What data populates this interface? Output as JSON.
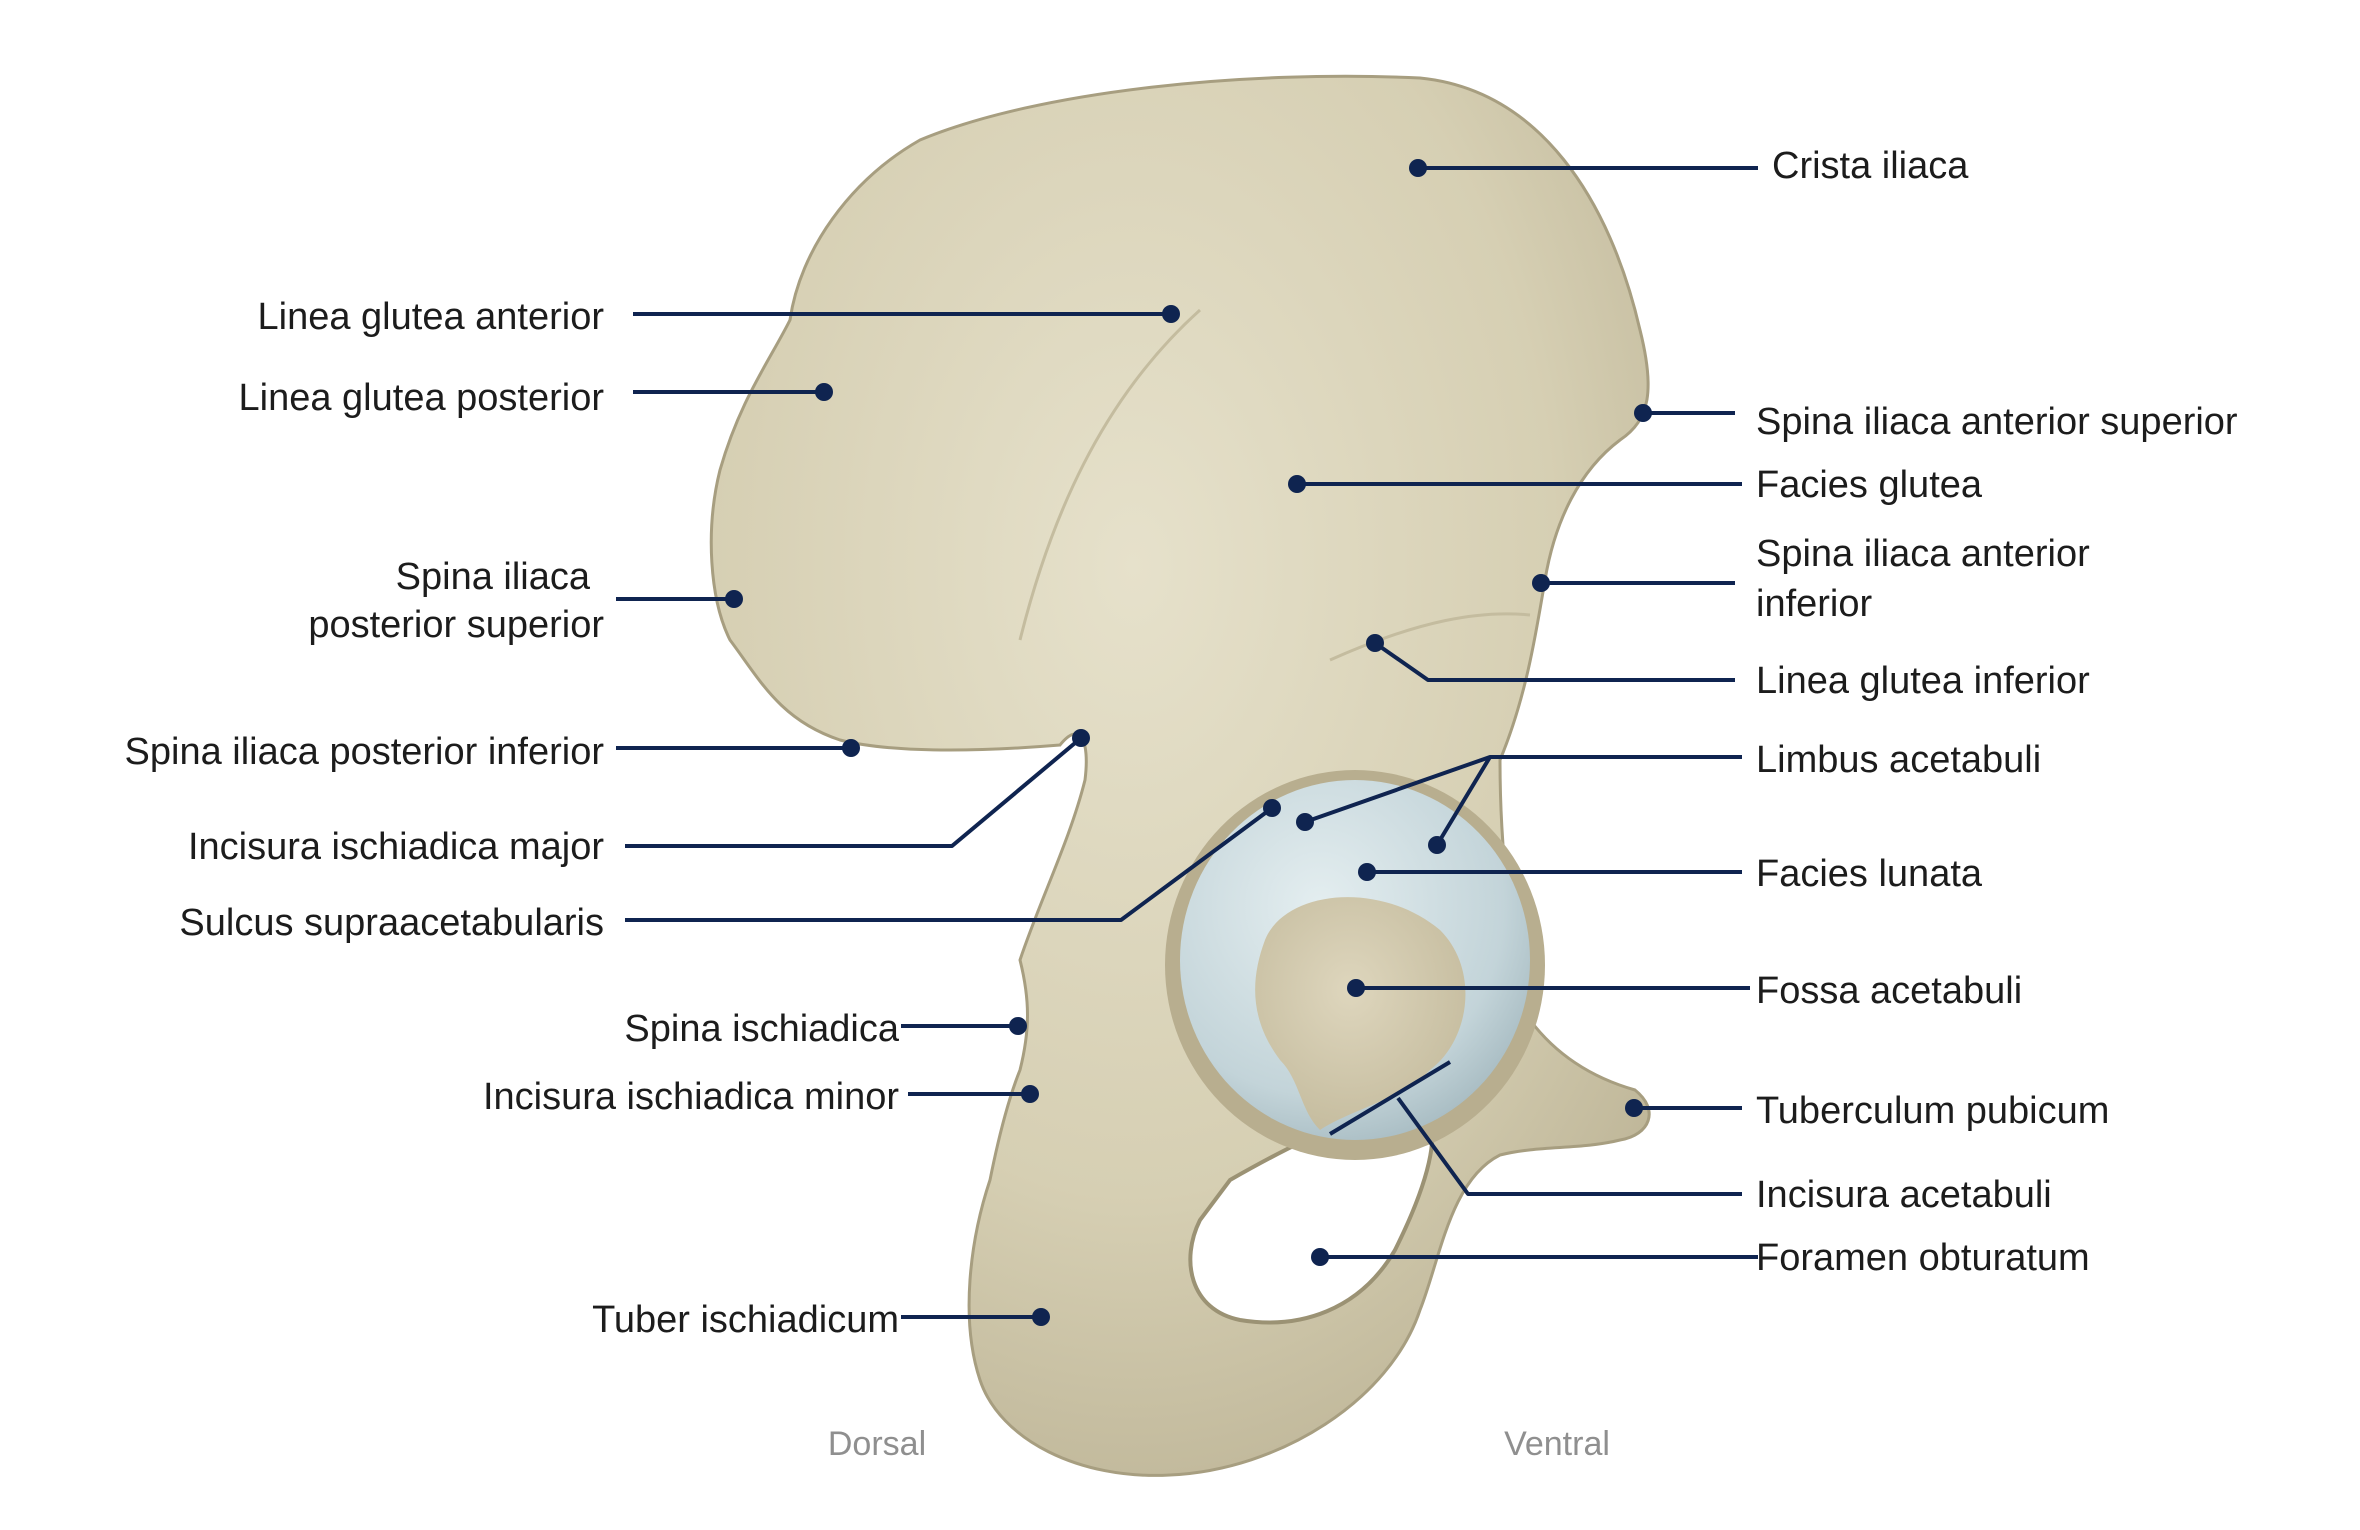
{
  "orientation": {
    "left": "Dorsal",
    "right": "Ventral"
  },
  "labels": {
    "crista_iliaca": "Crista iliaca",
    "linea_glutea_anterior": "Linea glutea anterior",
    "linea_glutea_posterior": "Linea glutea posterior",
    "spina_iliaca_anterior_superior": "Spina iliaca anterior superior",
    "facies_glutea": "Facies glutea",
    "spina_iliaca_anterior_inferior_1": "Spina iliaca anterior",
    "spina_iliaca_anterior_inferior_2": "inferior",
    "spina_iliaca_posterior_superior_1": "Spina iliaca",
    "spina_iliaca_posterior_superior_2": "posterior superior",
    "linea_glutea_inferior": "Linea glutea inferior",
    "spina_iliaca_posterior_inferior": "Spina iliaca posterior inferior",
    "limbus_acetabuli": "Limbus acetabuli",
    "incisura_ischiadica_major": "Incisura ischiadica major",
    "facies_lunata": "Facies lunata",
    "sulcus_supraacetabularis": "Sulcus supraacetabularis",
    "fossa_acetabuli": "Fossa acetabuli",
    "spina_ischiadica": "Spina ischiadica",
    "incisura_ischiadica_minor": "Incisura ischiadica minor",
    "tuberculum_pubicum": "Tuberculum pubicum",
    "incisura_acetabuli": "Incisura acetabuli",
    "foramen_obturatum": "Foramen obturatum",
    "tuber_ischiadicum": "Tuber ischiadicum"
  },
  "colors": {
    "bone": "#d8d2b8",
    "bone_shadow": "#a9a184",
    "cartilage": "#c5d6db",
    "leader": "#0f2450",
    "text": "#1c1c1c",
    "orientation_text": "#8f8f8f"
  }
}
